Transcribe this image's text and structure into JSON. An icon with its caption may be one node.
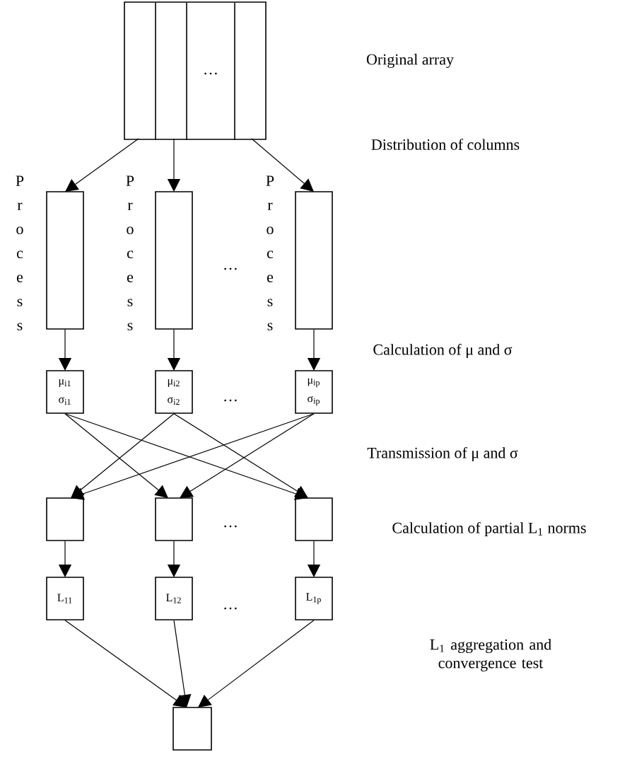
{
  "diagram": {
    "nodes": [
      {
        "text": [
          "…"
        ]
      },
      {
        "text": [],
        "shape": "box",
        "beside": [
          "Process"
        ]
      },
      {
        "text": [],
        "shape": "box",
        "beside": [
          "Process"
        ]
      },
      {
        "text": [],
        "shape": "box",
        "beside": [
          "Process"
        ]
      },
      {
        "text": [
          "μ$_{i1}$",
          "σ$_{i1}$"
        ]
      },
      {
        "text": [
          "μ$_{i2}$",
          "σ$_{i2}$"
        ]
      },
      {
        "text": [
          "μ$_{ip}$",
          "σ$_{ip}$"
        ]
      },
      {
        "text": [],
        "shape": "box"
      },
      {
        "text": [],
        "shape": "box"
      },
      {
        "text": [],
        "shape": "box"
      },
      {
        "text": [
          "L$_{11}$"
        ]
      },
      {
        "text": [
          "L$_{12}$"
        ]
      },
      {
        "text": [
          "L$_{1p}$"
        ]
      },
      {
        "text": [],
        "shape": "box"
      }
    ],
    "edges": [
      {
        "from": 0,
        "to": 1,
        "arrow": "to"
      },
      {
        "from": 0,
        "to": 2,
        "arrow": "to"
      },
      {
        "from": 0,
        "to": 3,
        "arrow": "to"
      },
      {
        "from": 1,
        "to": 4,
        "arrow": "to"
      },
      {
        "from": 2,
        "to": 5,
        "arrow": "to"
      },
      {
        "from": 3,
        "to": 6,
        "arrow": "to"
      },
      {
        "from": 4,
        "to": 8,
        "arrow": "to"
      },
      {
        "from": 4,
        "to": 9,
        "arrow": "to"
      },
      {
        "from": 5,
        "to": 7,
        "arrow": "to"
      },
      {
        "from": 5,
        "to": 9,
        "arrow": "to"
      },
      {
        "from": 6,
        "to": 7,
        "arrow": "to"
      },
      {
        "from": 6,
        "to": 8,
        "arrow": "to"
      },
      {
        "from": 7,
        "to": 10,
        "arrow": "to"
      },
      {
        "from": 8,
        "to": 11,
        "arrow": "to"
      },
      {
        "from": 9,
        "to": 12,
        "arrow": "to"
      },
      {
        "from": 10,
        "to": 13,
        "arrow": "to"
      },
      {
        "from": 11,
        "to": 13,
        "arrow": "to"
      },
      {
        "from": 12,
        "to": 13,
        "arrow": "to"
      }
    ],
    "labels": [
      "Original array",
      "Distribution of columns",
      "…",
      "Calculation of μ and σ",
      "…",
      "Transmission of μ and σ",
      "…",
      "Calculation of partial L$_{1}$ norms",
      "…",
      "L$_{1}$ aggregation and convergence test"
    ]
  }
}
